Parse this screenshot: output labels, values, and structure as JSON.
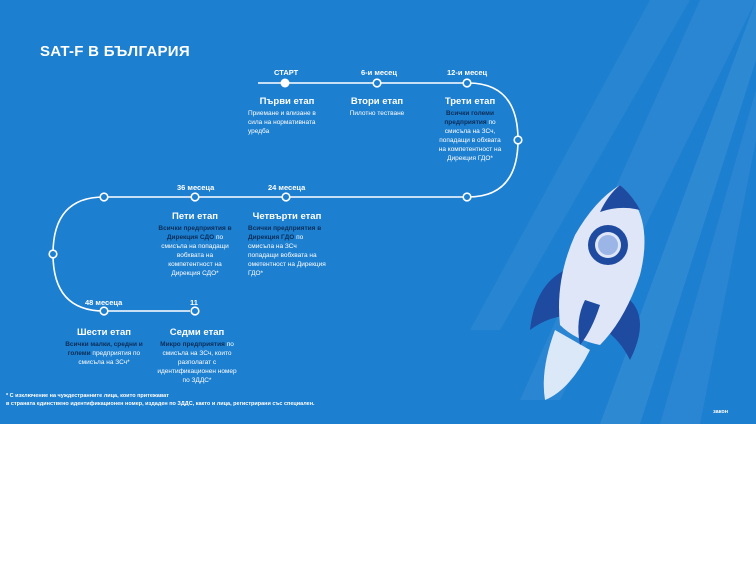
{
  "title": "SAT-F В БЪЛГАРИЯ",
  "milestones": {
    "start": "СТАРТ",
    "m6": "6-и месец",
    "m12": "12-и месец",
    "m24": "24 месеца",
    "m36": "36 месеца",
    "m48": "48 месеца",
    "m11": "11"
  },
  "stages": [
    {
      "name": "Първи етап",
      "bold": "",
      "text": "Приемане и влизане в сила на нормативната уредба"
    },
    {
      "name": "Втори етап",
      "bold": "",
      "text": "Пилотно тестване"
    },
    {
      "name": "Трети етап",
      "bold": "Всички големи предприятия",
      "text": "по смисъла на ЗСч, попадащи в обхвата на компетентност на Дирекция ГДО*"
    },
    {
      "name": "Четвърти етап",
      "bold": "Всички предприятия в Дирекция ГДО",
      "text": "по смисъла на ЗСч попадащи вобхвата на ометентност на Дирекция ГДО*"
    },
    {
      "name": "Пети етап",
      "bold": "Всички предприятия в Дирекция СДО",
      "text": "по смисъла на попадащи вобхвата на компетентност на Дирекция СДО*"
    },
    {
      "name": "Шести етап",
      "bold": "Всички малки, средни и големи",
      "text": "предприятия по смисъла на ЗСч*"
    },
    {
      "name": "Седми етап",
      "bold": "Микро предприятия",
      "text": "по смисъла на ЗСч, които разполагат с идентификационен номер по ЗДДС*"
    }
  ],
  "footnote": {
    "line1": "* С изключение на чуждестранните лица, които притежават",
    "line2": "в страната единствено идентификационен номер, издаден по ЗДДС, както и лица, регистрирани със специален."
  },
  "corner_label": "закон",
  "colors": {
    "background": "#1d7fd0",
    "accent_dark": "#0b2d58",
    "rocket_body": "#dfe6f7",
    "rocket_blue": "#1e4aa0"
  }
}
